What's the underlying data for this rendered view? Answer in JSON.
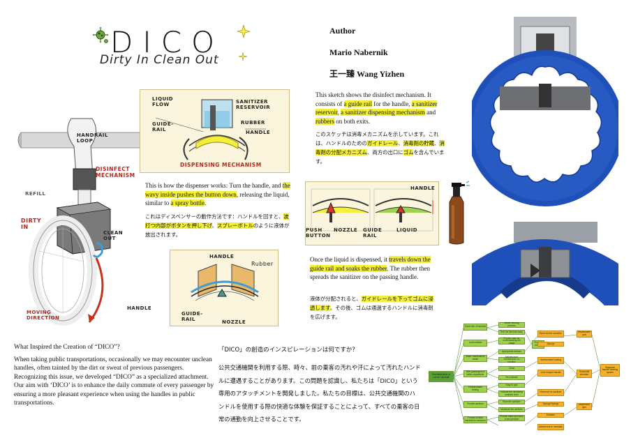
{
  "header": {
    "title": "DICO",
    "subtitle": "Dirty In Clean Out"
  },
  "author": {
    "heading": "Author",
    "name_1": "Mario Nabernik",
    "name_2": "王一臻 Wang Yizhen"
  },
  "mechanism_text": {
    "en_1": "This sketch shows the disinfect mechanism. It consists of ",
    "en_hl_1": "a guide rail",
    "en_2": " for the handle, ",
    "en_hl_2": "a sanitizer reservoir",
    "en_3": ", ",
    "en_hl_3": "a sanitizer dispensing mechanism",
    "en_4": " and ",
    "en_hl_4": "rubbers",
    "en_5": " on both exits.",
    "jp_1": "このスケッチは消毒メカニズムを示しています。これは、ハンドルのための",
    "jp_hl_1": "ガイドレール",
    "jp_2": "、",
    "jp_hl_2": "消毒剤の貯蔵",
    "jp_3": "、",
    "jp_hl_3": "消毒剤の分配メカニズム",
    "jp_4": "、両方の出口に",
    "jp_hl_4": "ゴム",
    "jp_5": "を含んでいます。"
  },
  "dispenser_text": {
    "en_1": "This is how the dispenser works: Turn the handle, and ",
    "en_hl_1": "the wavy inside pushes the button down",
    "en_2": ", releasing the liquid, similar to ",
    "en_hl_2": "a spray bottle",
    "en_3": ".",
    "jp_1": "これはディスペンサーの動作方法です：ハンドルを回すと、",
    "jp_hl_1": "波打つ内部がボタンを押し下げ",
    "jp_2": "、",
    "jp_hl_2": "スプレーボトル",
    "jp_3": "のように液体が放出されます。"
  },
  "liquid_text": {
    "en_1": "Once the liquid is dispensed, it ",
    "en_hl_1": "travels down the guide rail and soaks the rubber",
    "en_2": ". The rubber then spreads the sanitizer on the passing handle.",
    "jp_1": "液体が分配されると、",
    "jp_hl_1": "ガイドレールを下ってゴムに浸透します",
    "jp_2": "。その後、ゴムは通過するハンドルに消毒剤を広げます。"
  },
  "inspiration_en": {
    "heading": "What Inspired the Creation of “DICO”?",
    "body": "When taking public transportations, occasionally we may encounter unclean handles, often tainted by the dirt or sweat of previous passengers. Recognizing this issue, we developed “DICO” as a specialized attachment. Our aim with ‘DICO’ is to enhance the daily commute of every passenger by ensuring a more pleasant experience when using the handles in public transportations."
  },
  "inspiration_jp": {
    "heading": "「DICO」の創造のインスピレーションは何ですか？",
    "body": "公共交通機関を利用する際、時々、前の乗客の汚れや汗によって汚れたハンドルに遭遇することがあります。この問題を認識し、私たちは「DICO」という専用のアタッチメントを開発しました。私たちの目標は、公共交通機関のハンドルを使用する際の快適な体験を保証することによって、すべての乗客の日常の通勤を向上させることです。"
  },
  "main_sketch_labels": {
    "handrail_loop": "HANDRAIL LOOP",
    "disinfect": "DISINFECT MECHANISM",
    "refill": "REFILL",
    "dirty_in": "DIRTY IN",
    "clean_out": "CLEAN OUT",
    "handle": "HANDLE",
    "moving_direction": "MOVING DIRECTION"
  },
  "sketch1_labels": {
    "liquid_flow": "LIQUID FLOW",
    "guide_rail": "GUIDE-RAIL",
    "sanitizer_reservoir": "SANITIZER RESERVOIR",
    "rubber": "RUBBER",
    "handle": "HANDLE",
    "caption": "DISPENSING MECHANISM"
  },
  "sketch2_labels": {
    "handle": "HANDLE",
    "rubber": "Rubber",
    "guide_rail": "GUIDE-RAIL",
    "nozzle": "NOZZLE"
  },
  "sketch3_labels": {
    "handle": "HANDLE",
    "push_button": "PUSH BUTTON",
    "nozzle": "NOZZLE",
    "guide_rail": "GUIDE RAIL",
    "liquid": "LIQUID"
  },
  "colors": {
    "highlight": "#f3ef3a",
    "ring_blue": "#1f4fb8",
    "accent_red": "#b6261c",
    "flow_green": "#9ed14e",
    "flow_orange": "#f6b02c"
  },
  "flowchart": {
    "nodes": [
      "Clean film of handrail",
      "Look intuitive",
      "Make maintenance easier",
      "Give passengers a better experience",
      "Provide easier feeling",
      "Provide sanitizer",
      "Standardization of current handrails",
      "Provide a clean handrail for everyone",
      "Initiate cleaning process",
      "Rub the film/anti-nasty",
      "Provide ease for understanding the usage",
      "Appropriate division",
      "Maintenance maintenance on handles",
      "Clean",
      "Re-evaluate",
      "Easy to grip",
      "Indicate the remaining sanitizer level",
      "Store the sanitizer",
      "Distribute the sanitizer",
      "Provide sales and have a new product",
      "Product design",
      "Brush and/or scrubber",
      "Sponge",
      "Antimicrobial coating",
      "Liner shaped handle",
      "Reservoir for sanitizer",
      "Sponge/Sponge",
      "Sanitizer",
      "Attachment to handrails",
      "Replaceable part",
      "Horizontal structure",
      "Attachment type",
      "Disgenics handle cleaning system"
    ]
  }
}
